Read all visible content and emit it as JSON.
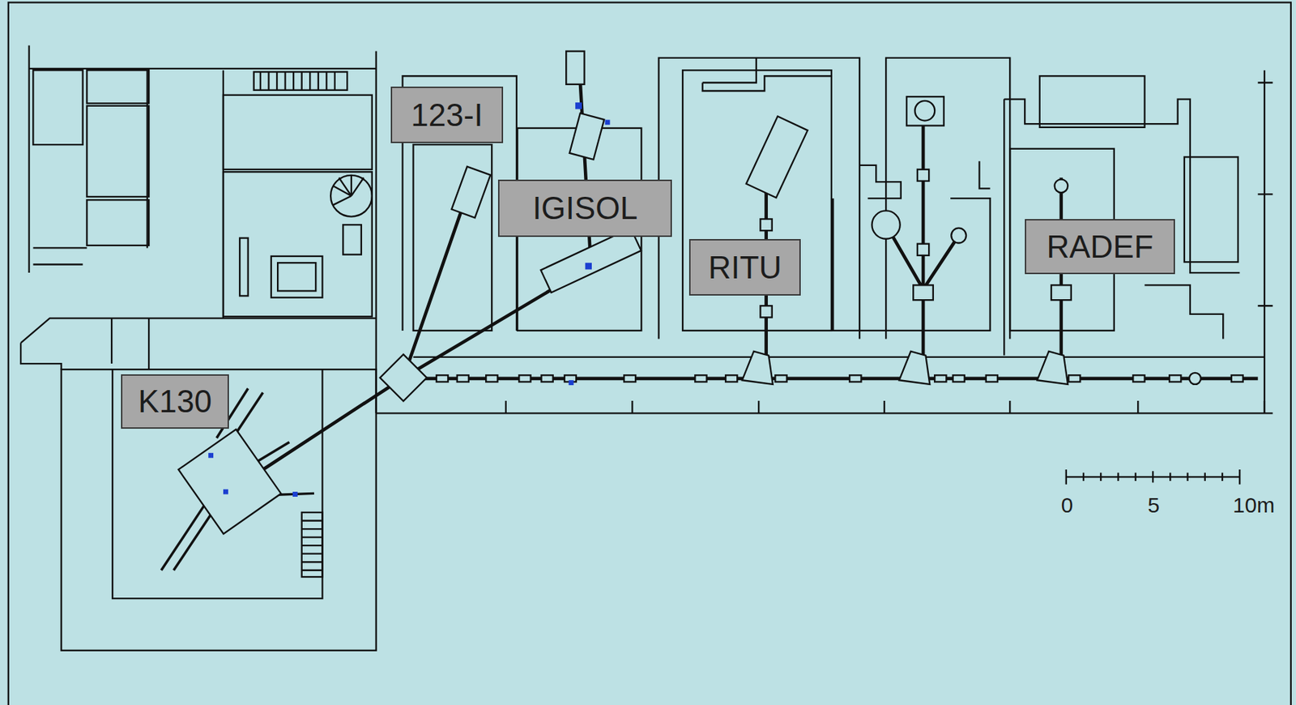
{
  "diagram": {
    "nodes": [
      {
        "text": [
          "123-I"
        ]
      },
      {
        "text": [
          "IGISOL"
        ]
      },
      {
        "text": [
          "RITU"
        ]
      },
      {
        "text": [
          "RADEF"
        ]
      },
      {
        "text": [
          "K130"
        ]
      }
    ],
    "labels": [
      "0",
      "5",
      "10m"
    ]
  }
}
